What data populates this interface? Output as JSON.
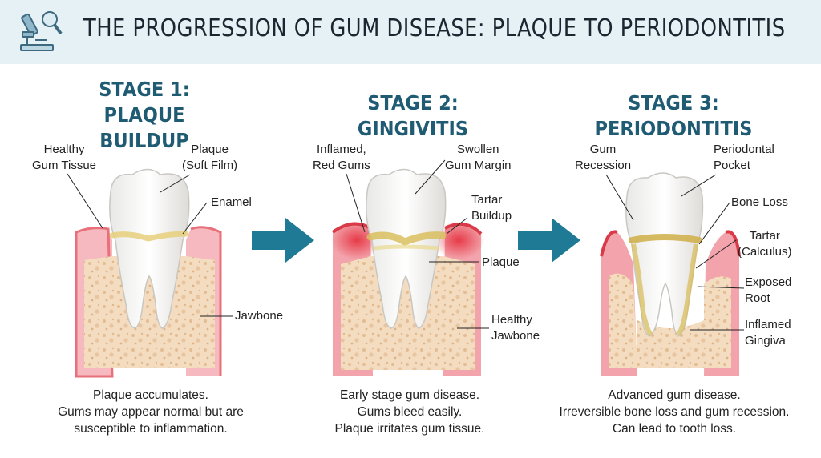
{
  "title": "THE PROGRESSION OF GUM DISEASE: PLAQUE TO PERIODONTITIS",
  "colors": {
    "header_bg": "#e6f1f6",
    "stage_title": "#1f5b73",
    "arrow": "#1f7a95",
    "gum": "#e8707a",
    "bone": "#f4dcc0",
    "tooth": "#f7f7f5",
    "plaque": "#e6cf7a"
  },
  "icons": {
    "logo": "microscope-icon",
    "arrow": "arrow-right-icon"
  },
  "stages": [
    {
      "title_line1": "STAGE 1:",
      "title_line2": "PLAQUE BUILDUP",
      "labels": {
        "healthy_gum": [
          "Healthy",
          "Gum Tissue"
        ],
        "plaque": [
          "Plaque",
          "(Soft Film)"
        ],
        "enamel": "Enamel",
        "jawbone": "Jawbone"
      },
      "caption": [
        "Plaque accumulates.",
        "Gums may appear normal but are",
        "susceptible to inflammation."
      ]
    },
    {
      "title": "STAGE 2: GINGIVITIS",
      "labels": {
        "inflamed_gums": [
          "Inflamed,",
          "Red Gums"
        ],
        "swollen_margin": [
          "Swollen",
          "Gum Margin"
        ],
        "tartar": [
          "Tartar",
          "Buildup"
        ],
        "plaque": "Plaque",
        "healthy_jawbone": [
          "Healthy",
          "Jawbone"
        ]
      },
      "caption": [
        "Early stage gum disease.",
        "Gums bleed easily.",
        "Plaque irritates gum tissue."
      ]
    },
    {
      "title": "STAGE 3: PERIODONTITIS",
      "labels": {
        "recession": [
          "Gum",
          "Recession"
        ],
        "pocket": [
          "Periodontal",
          "Pocket"
        ],
        "bone_loss": "Bone Loss",
        "tartar": [
          "Tartar",
          "(Calculus)"
        ],
        "exposed_root": [
          "Exposed",
          "Root"
        ],
        "inflamed_gingiva": [
          "Inflamed",
          "Gingiva"
        ]
      },
      "caption": [
        "Advanced gum disease.",
        "Irreversible bone loss and gum recession.",
        "Can lead to tooth loss."
      ]
    }
  ]
}
